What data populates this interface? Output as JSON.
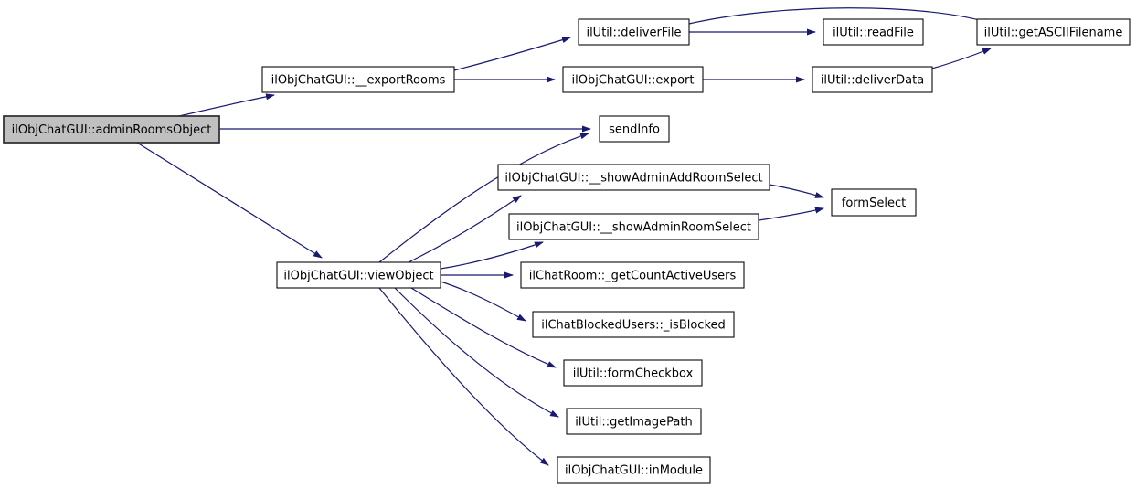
{
  "diagram": {
    "type": "call-graph",
    "background": "#ffffff",
    "colors": {
      "edge": "#191970",
      "node_fill": "#ffffff",
      "node_border": "#0a0a0a",
      "root_fill": "#c0c0c0",
      "root_border": "#2b2b2b",
      "text": "#000000"
    },
    "root_id": "adminRoomsObject",
    "nodes": [
      {
        "id": "adminRoomsObject",
        "label": "ilObjChatGUI::adminRoomsObject",
        "role": "root"
      },
      {
        "id": "exportRooms",
        "label": "ilObjChatGUI::__exportRooms",
        "role": "callee"
      },
      {
        "id": "deliverFile",
        "label": "ilUtil::deliverFile",
        "role": "callee"
      },
      {
        "id": "readFile",
        "label": "ilUtil::readFile",
        "role": "callee"
      },
      {
        "id": "getASCIIFilename",
        "label": "ilUtil::getASCIIFilename",
        "role": "callee"
      },
      {
        "id": "export",
        "label": "ilObjChatGUI::export",
        "role": "callee"
      },
      {
        "id": "deliverData",
        "label": "ilUtil::deliverData",
        "role": "callee"
      },
      {
        "id": "sendInfo",
        "label": "sendInfo",
        "role": "callee"
      },
      {
        "id": "viewObject",
        "label": "ilObjChatGUI::viewObject",
        "role": "callee"
      },
      {
        "id": "showAdminAddRoomSelect",
        "label": "ilObjChatGUI::__showAdminAddRoomSelect",
        "role": "callee"
      },
      {
        "id": "showAdminRoomSelect",
        "label": "ilObjChatGUI::__showAdminRoomSelect",
        "role": "callee"
      },
      {
        "id": "formSelect",
        "label": "formSelect",
        "role": "callee"
      },
      {
        "id": "getCountActiveUsers",
        "label": "ilChatRoom::_getCountActiveUsers",
        "role": "callee"
      },
      {
        "id": "isBlocked",
        "label": "ilChatBlockedUsers::_isBlocked",
        "role": "callee"
      },
      {
        "id": "formCheckbox",
        "label": "ilUtil::formCheckbox",
        "role": "callee"
      },
      {
        "id": "getImagePath",
        "label": "ilUtil::getImagePath",
        "role": "callee"
      },
      {
        "id": "inModule",
        "label": "ilObjChatGUI::inModule",
        "role": "callee"
      }
    ],
    "edges": [
      {
        "from": "adminRoomsObject",
        "to": "exportRooms"
      },
      {
        "from": "adminRoomsObject",
        "to": "sendInfo"
      },
      {
        "from": "adminRoomsObject",
        "to": "viewObject"
      },
      {
        "from": "exportRooms",
        "to": "deliverFile"
      },
      {
        "from": "exportRooms",
        "to": "export"
      },
      {
        "from": "deliverFile",
        "to": "readFile"
      },
      {
        "from": "deliverFile",
        "to": "getASCIIFilename"
      },
      {
        "from": "export",
        "to": "deliverData"
      },
      {
        "from": "deliverData",
        "to": "getASCIIFilename"
      },
      {
        "from": "viewObject",
        "to": "sendInfo"
      },
      {
        "from": "viewObject",
        "to": "showAdminAddRoomSelect"
      },
      {
        "from": "viewObject",
        "to": "showAdminRoomSelect"
      },
      {
        "from": "viewObject",
        "to": "getCountActiveUsers"
      },
      {
        "from": "viewObject",
        "to": "isBlocked"
      },
      {
        "from": "viewObject",
        "to": "formCheckbox"
      },
      {
        "from": "viewObject",
        "to": "getImagePath"
      },
      {
        "from": "viewObject",
        "to": "inModule"
      },
      {
        "from": "showAdminAddRoomSelect",
        "to": "formSelect"
      },
      {
        "from": "showAdminRoomSelect",
        "to": "formSelect"
      }
    ]
  }
}
